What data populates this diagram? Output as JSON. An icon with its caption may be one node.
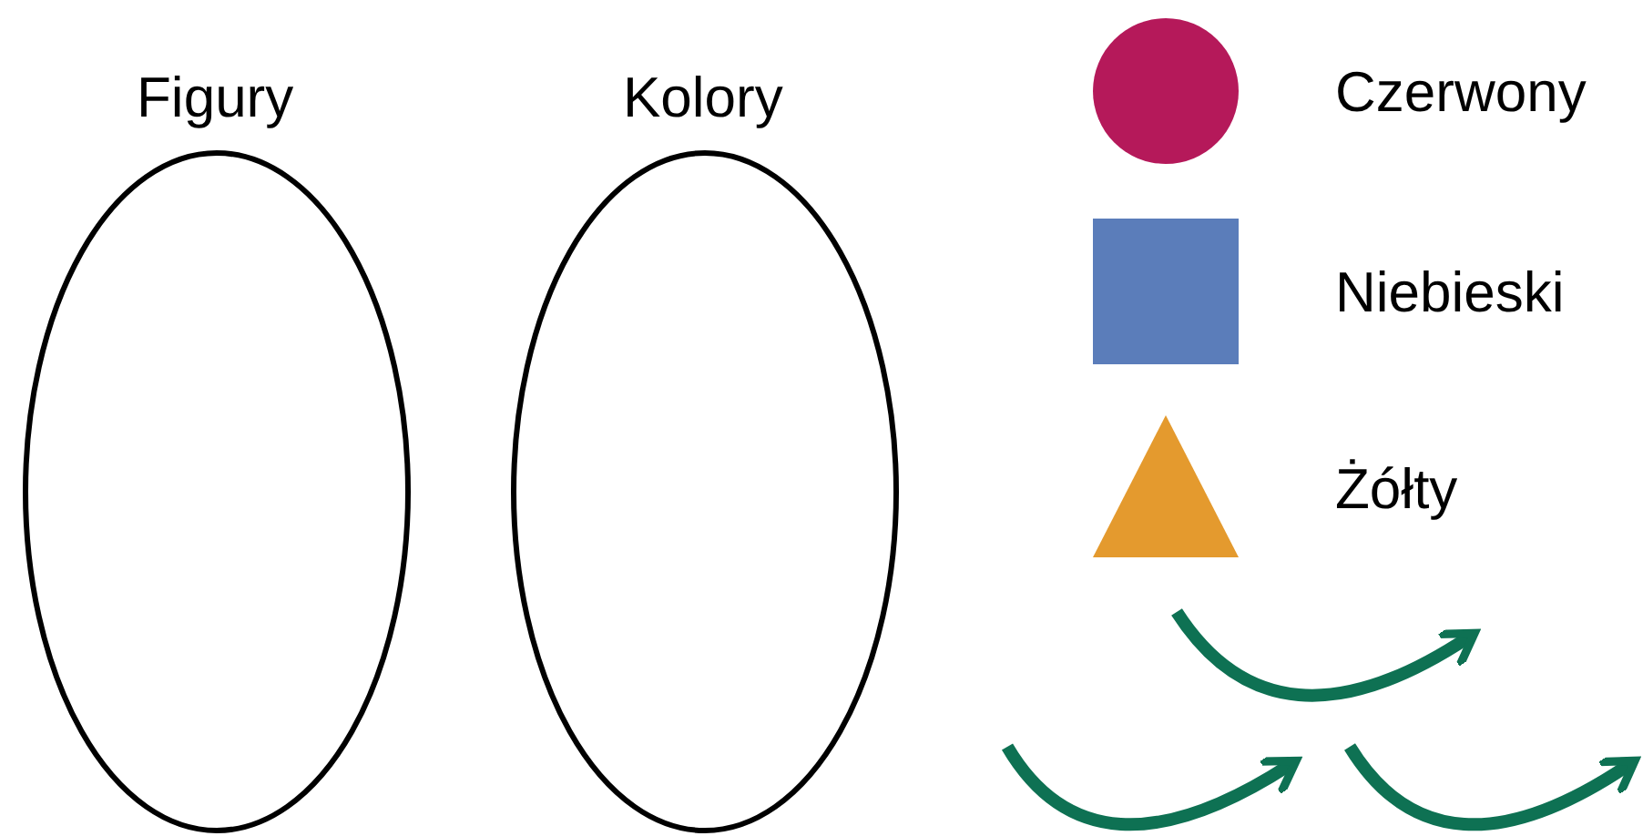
{
  "diagram": {
    "nodes": [
      {
        "text": [
          "Figury"
        ]
      },
      {
        "text": [
          "Kolory"
        ]
      },
      {
        "text": [],
        "shape": "circle",
        "beside": [
          "Czerwony"
        ]
      },
      {
        "text": [],
        "shape": "box",
        "beside": [
          "Niebieski"
        ]
      },
      {
        "text": [],
        "shape": "triangle",
        "beside": [
          "Żółty"
        ]
      }
    ]
  }
}
